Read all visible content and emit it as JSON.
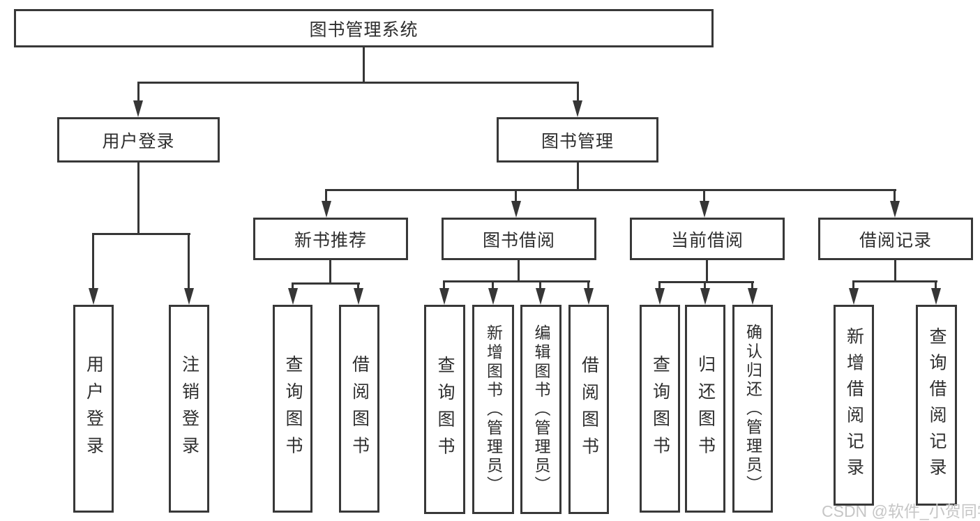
{
  "diagram": {
    "type": "hierarchy-tree",
    "colors": {
      "line": "#363636",
      "border": "#383838",
      "text": "#2e2e2e",
      "background": "#ffffff",
      "watermark": "#c6c6c6"
    },
    "watermark": "CSDN @软件_小贺同学",
    "tree": {
      "root": {
        "label": "图书管理系统"
      },
      "children": [
        {
          "label": "用户登录",
          "children": [
            {
              "label": "用户登录"
            },
            {
              "label": "注销登录"
            }
          ]
        },
        {
          "label": "图书管理",
          "children": [
            {
              "label": "新书推荐",
              "children": [
                {
                  "label": "查询图书"
                },
                {
                  "label": "借阅图书"
                }
              ]
            },
            {
              "label": "图书借阅",
              "children": [
                {
                  "label": "查询图书"
                },
                {
                  "label": "新增图书（管理员）"
                },
                {
                  "label": "编辑图书（管理员）"
                },
                {
                  "label": "借阅图书"
                }
              ]
            },
            {
              "label": "当前借阅",
              "children": [
                {
                  "label": "查询图书"
                },
                {
                  "label": "归还图书"
                },
                {
                  "label": "确认归还（管理员）"
                }
              ]
            },
            {
              "label": "借阅记录",
              "children": [
                {
                  "label": "新增借阅记录"
                },
                {
                  "label": "查询借阅记录"
                }
              ]
            }
          ]
        }
      ]
    }
  }
}
